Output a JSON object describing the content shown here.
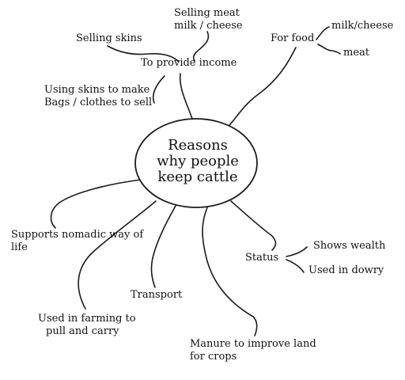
{
  "centre": {
    "line1": "Reasons",
    "line2": "why people",
    "line3": "keep cattle"
  },
  "income": {
    "label": "To provide income",
    "selling_skins": "Selling skins",
    "selling_meat_line1": "Selling meat",
    "selling_meat_line2": "milk / cheese",
    "using_skins_line1": "Using skins to make",
    "using_skins_line2": "Bags / clothes to sell"
  },
  "food": {
    "label": "For food",
    "milk_cheese": "milk/cheese",
    "meat": "meat"
  },
  "nomadic": {
    "line1": "Supports nomadic way of",
    "line2": "life"
  },
  "farming": {
    "line1": "Used in farming to",
    "line2": "pull and carry"
  },
  "transport": {
    "label": "Transport"
  },
  "manure": {
    "line1": "Manure to improve land",
    "line2": "for crops"
  },
  "status": {
    "label": "Status",
    "shows_wealth": "Shows wealth",
    "used_in_dowry": "Used in dowry"
  }
}
